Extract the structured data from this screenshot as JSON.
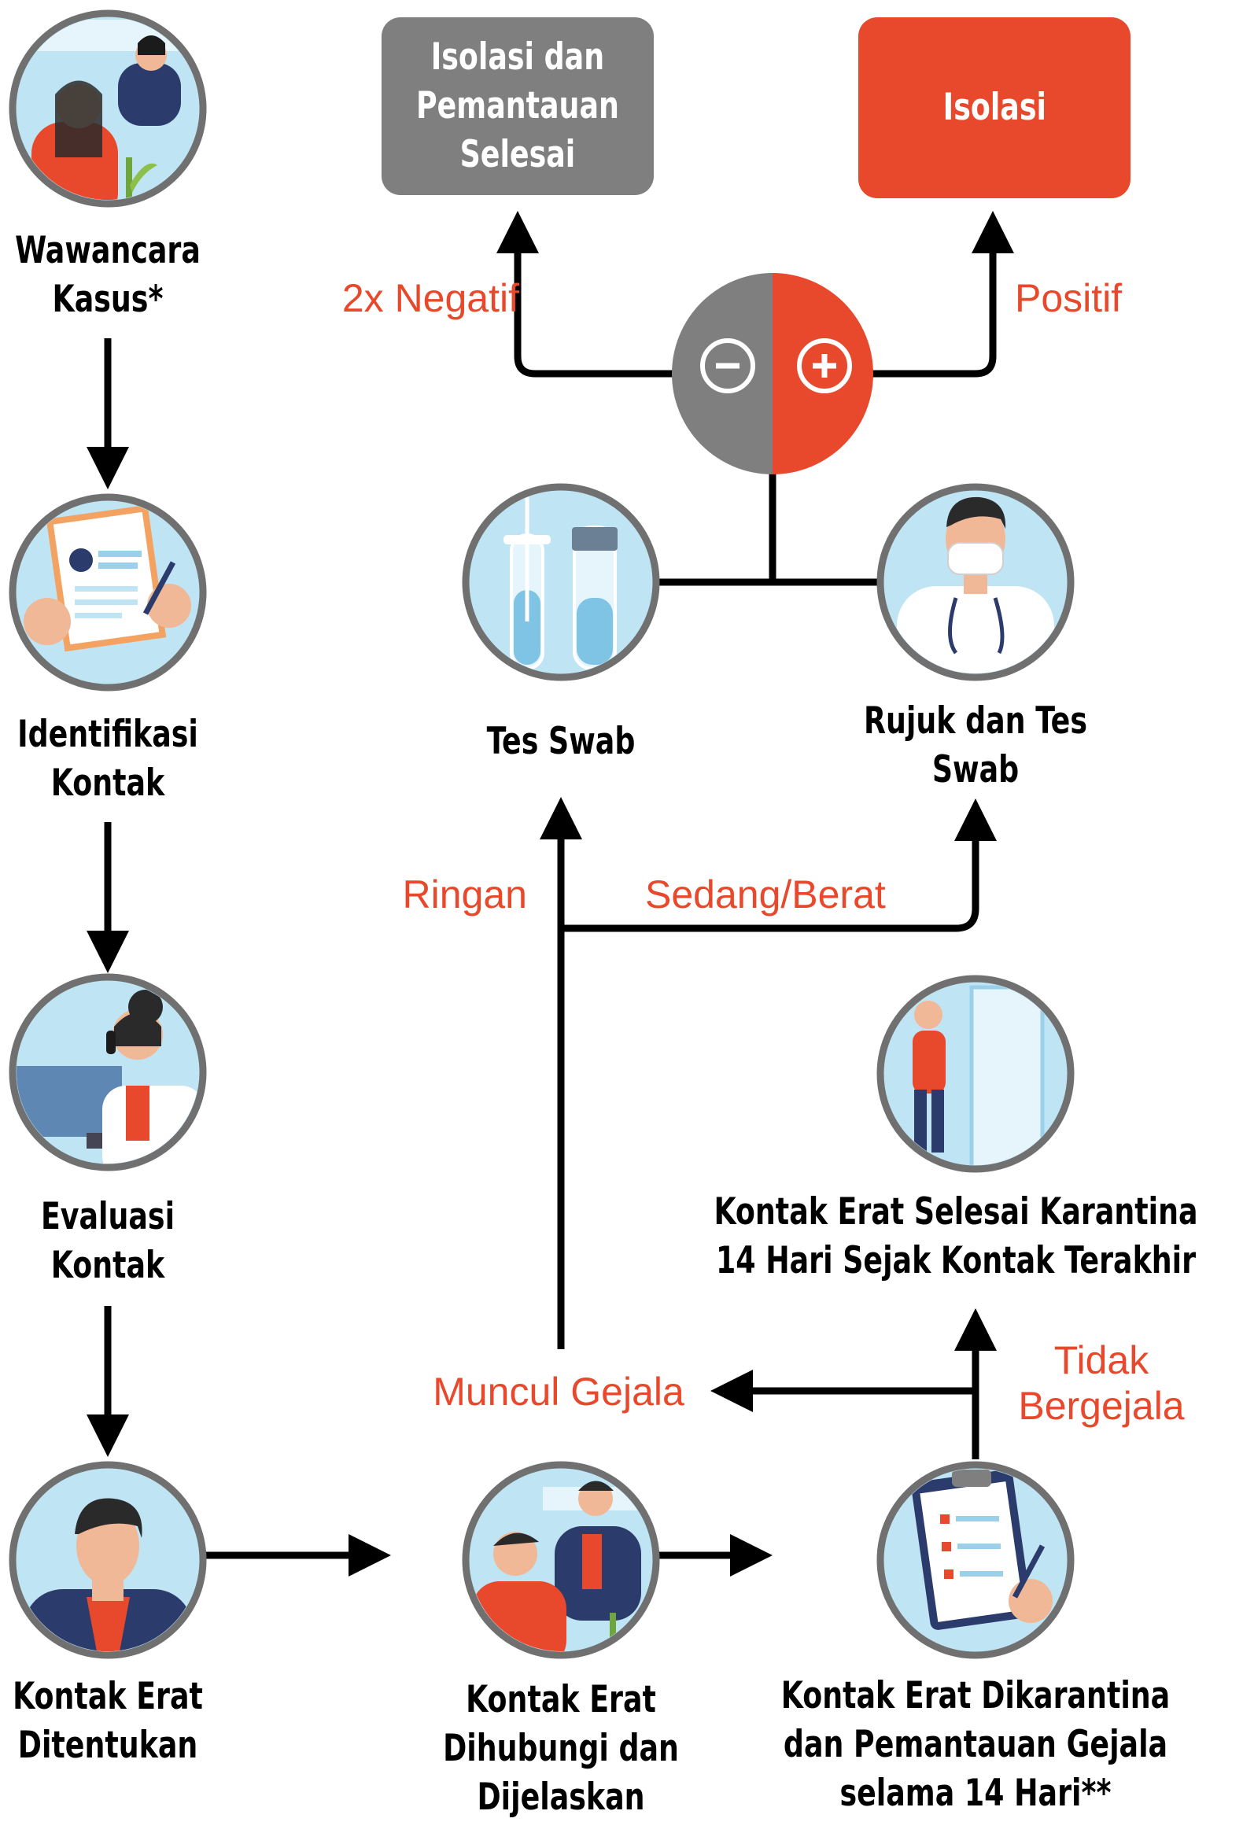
{
  "steps": {
    "wawancara": "Wawancara\nKasus*",
    "identifikasi": "Identifikasi\nKontak",
    "evaluasi": "Evaluasi\nKontak",
    "ditentukan": "Kontak Erat\nDitentukan",
    "dihubungi": "Kontak Erat\nDihubungi dan\nDijelaskan",
    "dikarantina": "Kontak Erat Dikarantina\ndan Pemantauan Gejala\nselama 14 Hari**",
    "selesai_karantina": "Kontak Erat Selesai Karantina\n14 Hari Sejak Kontak Terakhir",
    "tes_swab": "Tes Swab",
    "rujuk": "Rujuk dan Tes\nSwab"
  },
  "outcomes": {
    "isolasi_selesai": "Isolasi dan\nPemantauan\nSelesai",
    "isolasi": "Isolasi"
  },
  "edges": {
    "negatif": "2x Negatif",
    "positif": "Positif",
    "ringan": "Ringan",
    "sedang_berat": "Sedang/Berat",
    "muncul_gejala": "Muncul Gejala",
    "tidak_bergejala": "Tidak\nBergejala"
  },
  "colors": {
    "accent": "#e8482b",
    "grey_box": "#7f7f7f",
    "circle_bg": "#bfe4f3",
    "ring": "#707070"
  },
  "icons": [
    "phone-call-icon",
    "document-form-icon",
    "call-center-icon",
    "person-icon",
    "phone-talk-icon",
    "clipboard-checklist-icon",
    "person-leaving-icon",
    "test-tube-icon",
    "doctor-icon",
    "negative-positive-result-icon"
  ]
}
